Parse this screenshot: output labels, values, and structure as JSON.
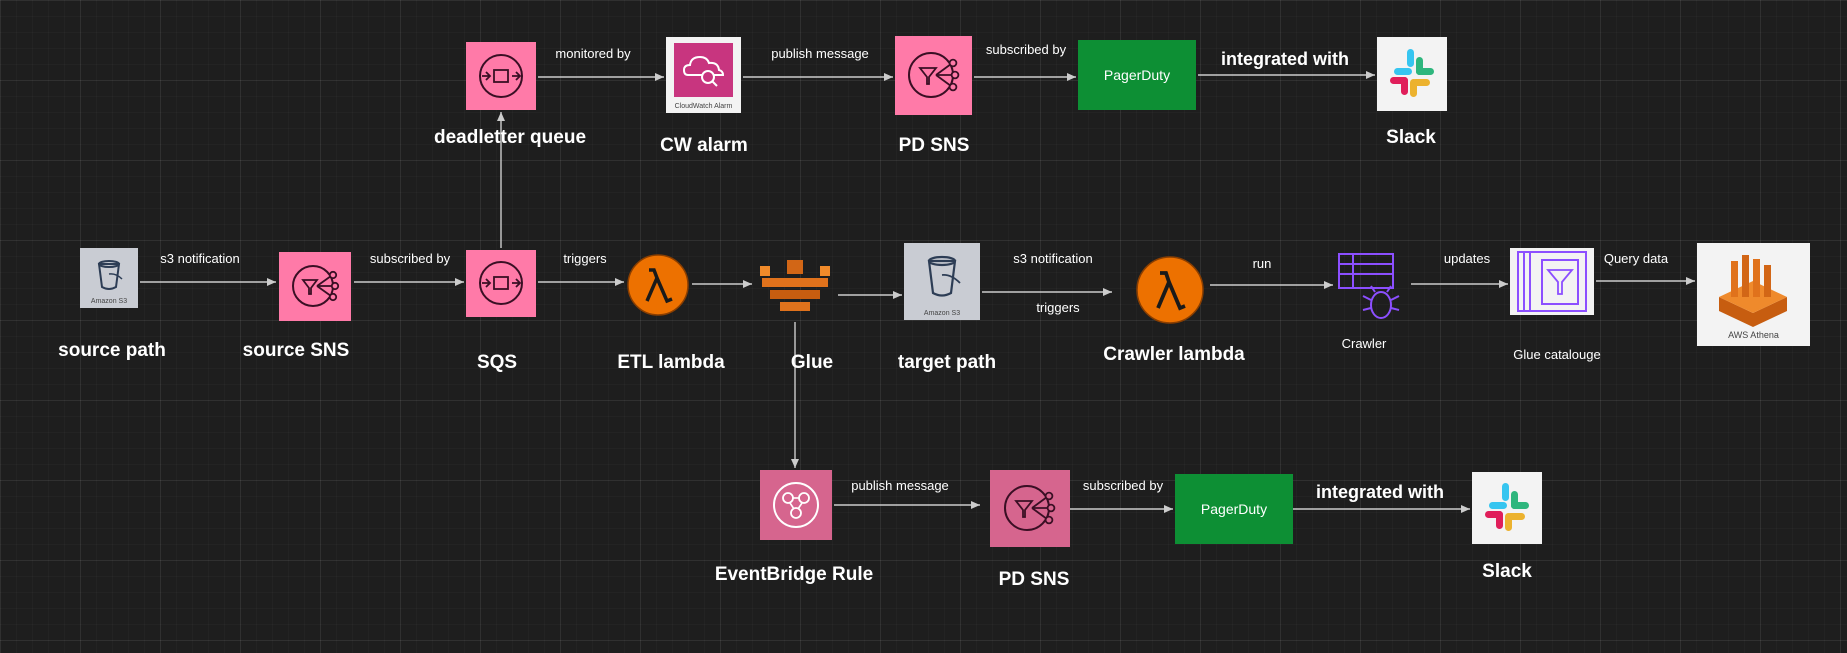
{
  "nodes": {
    "source_path": {
      "label": "source  path",
      "caption": "Amazon S3"
    },
    "source_sns": {
      "label": "source SNS"
    },
    "sqs": {
      "label": "SQS"
    },
    "etl_lambda": {
      "label": "ETL lambda"
    },
    "glue": {
      "label": "Glue"
    },
    "target_path": {
      "label": "target path",
      "caption": "Amazon S3"
    },
    "crawler_lambda": {
      "label": "Crawler lambda"
    },
    "crawler": {
      "label": "Crawler"
    },
    "glue_catalogue": {
      "label": "Glue catalouge"
    },
    "athena": {
      "caption": "AWS Athena"
    },
    "deadletter_queue": {
      "label": "deadletter queue"
    },
    "cw_alarm": {
      "label": "CW alarm",
      "caption": "CloudWatch Alarm"
    },
    "pd_sns_top": {
      "label": "PD SNS"
    },
    "pagerduty_top": {
      "text": "PagerDuty"
    },
    "slack_top": {
      "label": "Slack"
    },
    "eventbridge_rule": {
      "label": "EventBridge Rule"
    },
    "pd_sns_bottom": {
      "label": "PD SNS"
    },
    "pagerduty_bottom": {
      "text": "PagerDuty"
    },
    "slack_bottom": {
      "label": "Slack"
    }
  },
  "edges": {
    "s3_notification_1": "s3 notification",
    "subscribed_by_1": "subscribed by",
    "triggers_1": "triggers",
    "s3_notification_2": "s3 notification",
    "triggers_2": "triggers",
    "run": "run",
    "updates": "updates",
    "query_data": "Query data",
    "monitored_by": "monitored by",
    "publish_message_top": "publish message",
    "subscribed_by_top": "subscribed by",
    "integrated_with_top": "integrated with",
    "publish_message_bottom": "publish message",
    "subscribed_by_bottom": "subscribed by",
    "integrated_with_bottom": "integrated with"
  },
  "colors": {
    "background": "#1e1e1e",
    "sns_sqs_pink": "#ff7aa8",
    "pagerduty_green": "#0d8f34",
    "lambda_orange": "#ed7100",
    "crawler_purple": "#8c4fff",
    "arrow": "#cccccc"
  }
}
